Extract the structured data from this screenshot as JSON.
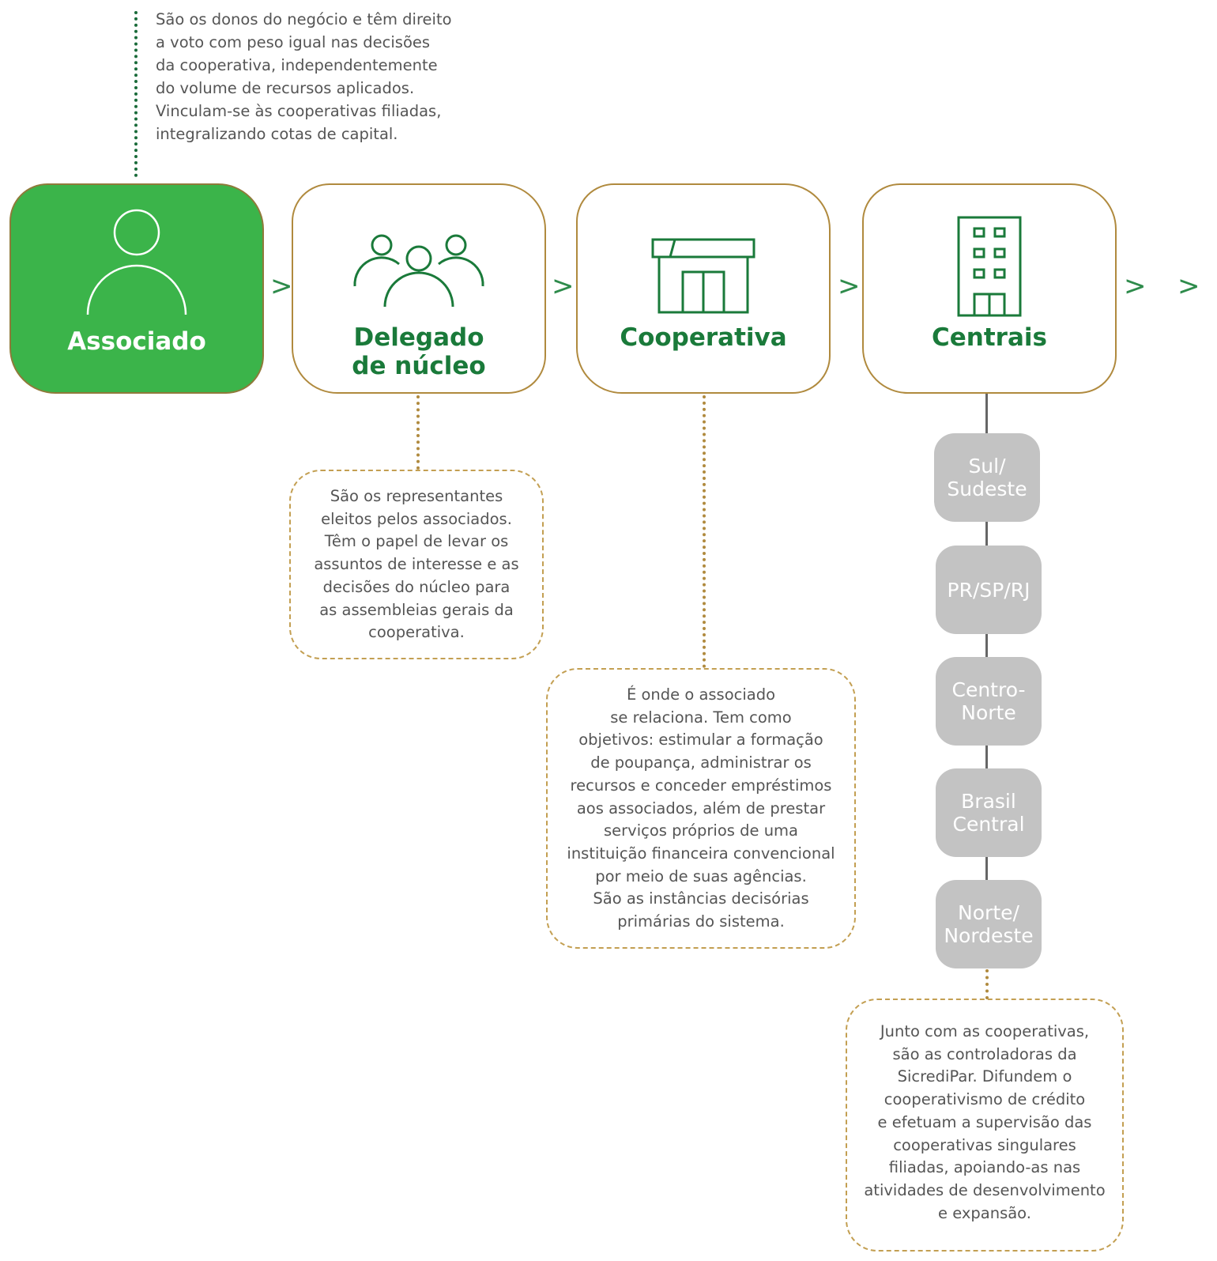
{
  "associado_description": "São os donos do negócio e têm direito\na voto com peso igual nas decisões\nda cooperativa, independentemente\ndo volume de recursos aplicados.\nVinculam-se às cooperativas filiadas,\nintegralizando cotas de capital.",
  "cards": [
    {
      "label": "Associado",
      "icon": "person-icon",
      "active": true
    },
    {
      "label": "Delegado\nde núcleo",
      "icon": "group-icon",
      "active": false
    },
    {
      "label": "Cooperativa",
      "icon": "store-icon",
      "active": false
    },
    {
      "label": "Centrais",
      "icon": "building-icon",
      "active": false
    }
  ],
  "arrow_glyph": ">",
  "notes": {
    "delegado": "São os representantes\neleitos pelos associados.\nTêm o papel de levar os\nassuntos de interesse e as\ndecisões do núcleo para\nas assembleias gerais da\ncooperativa.",
    "cooperativa": "É onde o associado\nse relaciona. Tem como\nobjetivos: estimular a formação\nde poupança, administrar os\nrecursos e conceder empréstimos\naos associados, além de prestar\nserviços próprios de uma\ninstituição financeira convencional\npor meio de suas agências.\nSão as instâncias decisórias\nprimárias do sistema.",
    "centrais": "Junto com as cooperativas,\nsão as controladoras da\nSicrediPar. Difundem o\ncooperativismo de crédito\ne efetuam a supervisão das\ncooperativas singulares\nfiliadas, apoiando-as nas\natividades de desenvolvimento\ne expansão."
  },
  "regions": [
    "Sul/\nSudeste",
    "PR/SP/RJ",
    "Centro-\nNorte",
    "Brasil\nCentral",
    "Norte/\nNordeste"
  ],
  "colors": {
    "brand_green": "#3bb44a",
    "label_green": "#1a7a3a",
    "gold": "#b08a3e",
    "region_gray": "#c3c3c3",
    "dotted_green": "#1a6b3a"
  }
}
